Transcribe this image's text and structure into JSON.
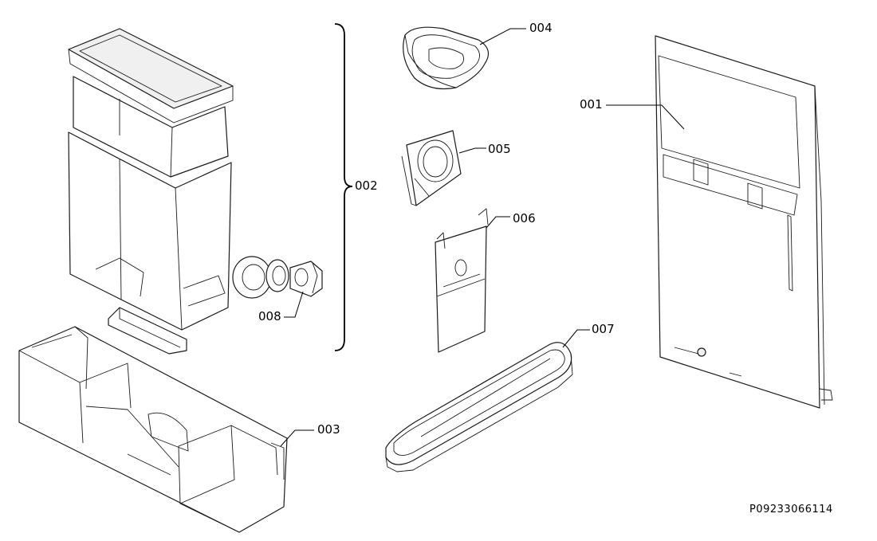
{
  "diagram": {
    "callouts": {
      "c001": "001",
      "c002": "002",
      "c003": "003",
      "c004": "004",
      "c005": "005",
      "c006": "006",
      "c007": "007",
      "c008": "008"
    },
    "document_code": "P09233066114"
  }
}
